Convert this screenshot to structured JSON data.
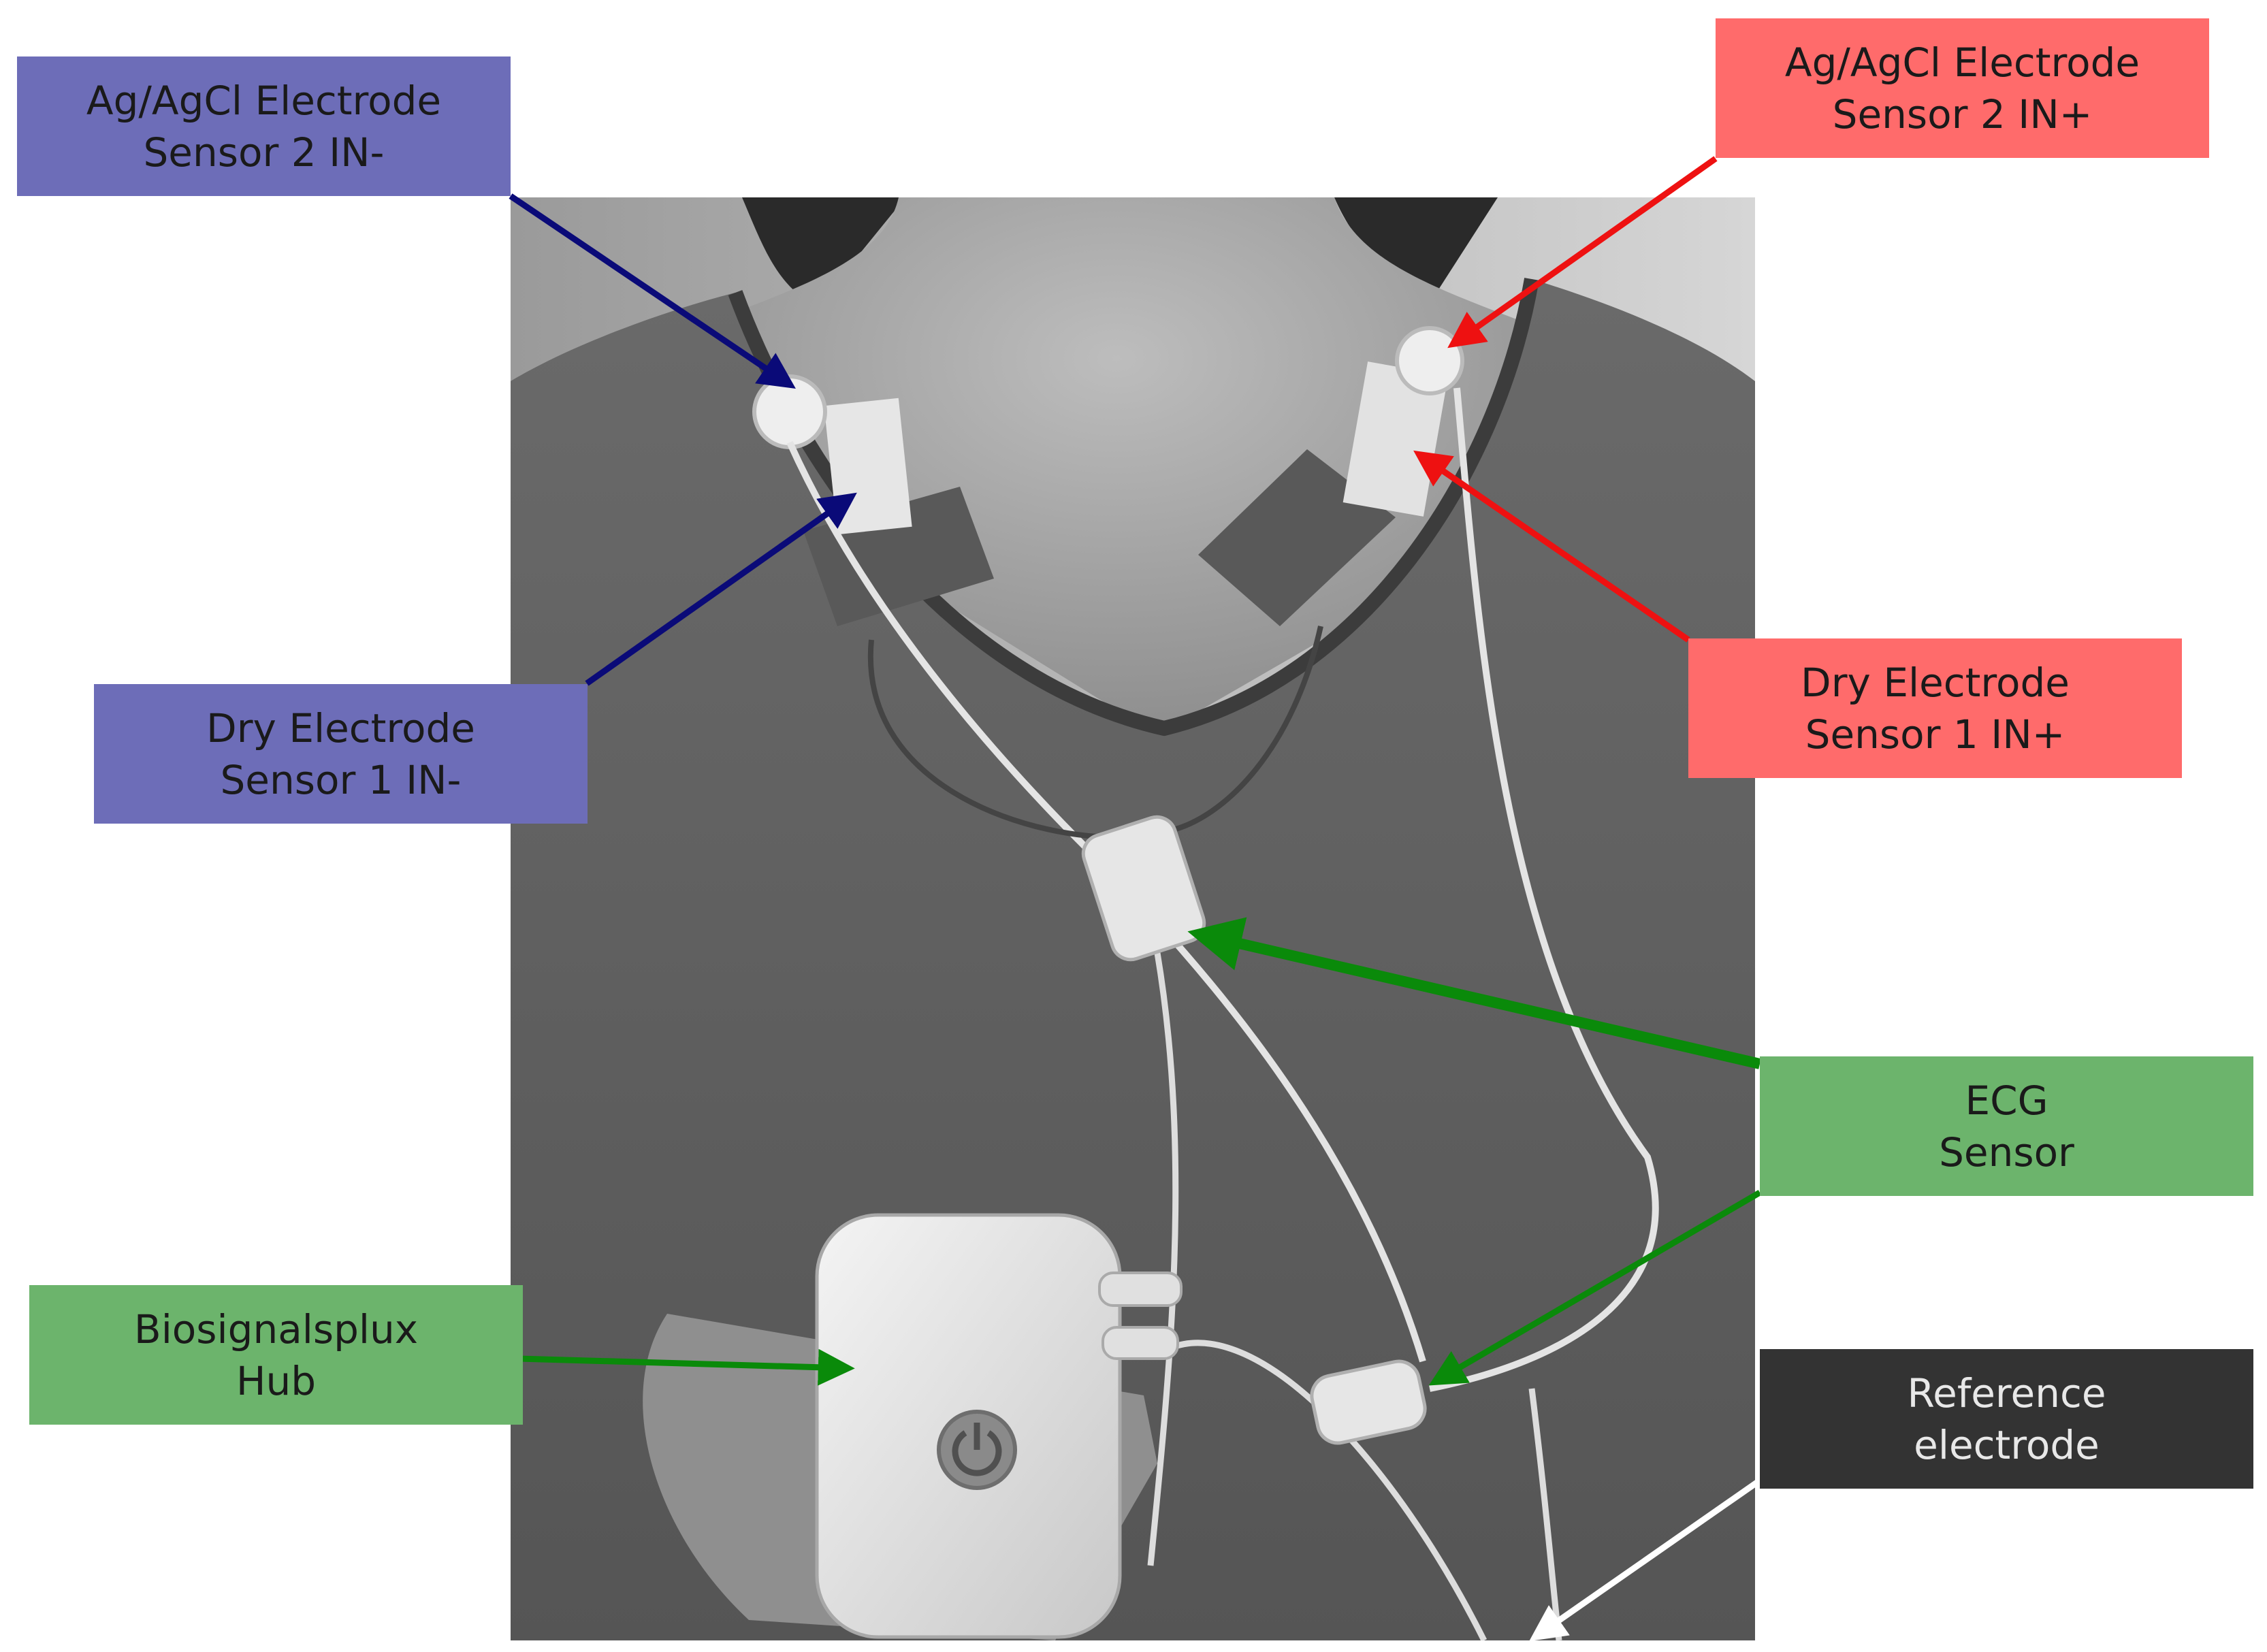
{
  "labels": {
    "agagcl_in_minus": {
      "line1": "Ag/AgCl Electrode",
      "line2": "Sensor 2 IN-"
    },
    "agagcl_in_plus": {
      "line1": "Ag/AgCl Electrode",
      "line2": "Sensor 2 IN+"
    },
    "dry_in_minus": {
      "line1": "Dry Electrode",
      "line2": "Sensor 1 IN-"
    },
    "dry_in_plus": {
      "line1": "Dry Electrode",
      "line2": "Sensor 1 IN+"
    },
    "ecg_sensor": {
      "line1": "ECG",
      "line2": "Sensor"
    },
    "hub": {
      "line1": "Biosignalsplux",
      "line2": "Hub"
    },
    "reference": {
      "line1": "Reference",
      "line2": "electrode"
    }
  },
  "colors": {
    "blue_box": "#6d6db8",
    "blue_arrow": "#0a0a78",
    "red_box": "#ff6b6b",
    "red_arrow": "#ee1111",
    "green_box": "#6cb46c",
    "green_arrow": "#0a8a0a",
    "dark_box": "#333333",
    "white_arrow": "#ffffff"
  }
}
